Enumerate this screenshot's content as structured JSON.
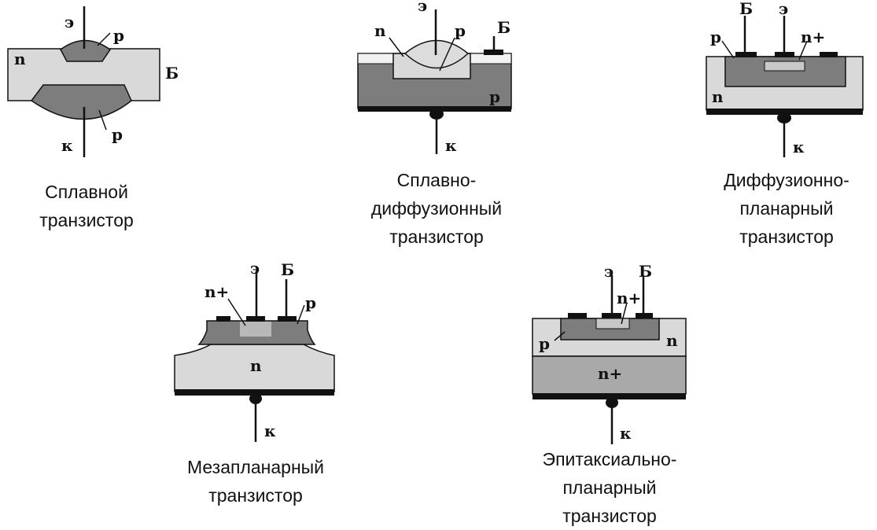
{
  "colors": {
    "light": "#d9d9d9",
    "dark": "#7d7d7d",
    "nplus": "#a9a9a9",
    "metal": "#111111"
  },
  "diagrams": [
    {
      "labels": {
        "emitter": "э",
        "p_top": "p",
        "n": "n",
        "base": "Б",
        "p_bottom": "p",
        "collector": "к"
      },
      "caption": [
        "Сплавной",
        "транзистор"
      ]
    },
    {
      "labels": {
        "emitter": "э",
        "n": "n",
        "p_top": "p",
        "base": "Б",
        "p": "p",
        "collector": "к"
      },
      "caption": [
        "Сплавно-",
        "диффузионный",
        "транзистор"
      ]
    },
    {
      "labels": {
        "base": "Б",
        "emitter": "э",
        "p": "p",
        "nplus": "n+",
        "n": "n",
        "collector": "к"
      },
      "caption": [
        "Диффузионно-",
        "планарный",
        "транзистор"
      ]
    },
    {
      "labels": {
        "emitter": "э",
        "base": "Б",
        "nplus": "n+",
        "p": "p",
        "n": "n",
        "collector": "к"
      },
      "caption": [
        "Мезапланарный",
        "транзистор"
      ]
    },
    {
      "labels": {
        "emitter": "э",
        "base": "Б",
        "nplus_top": "n+",
        "p": "p",
        "n": "n",
        "nplus": "n+",
        "collector": "к"
      },
      "caption": [
        "Эпитаксиально-",
        "планарный",
        "транзистор"
      ]
    }
  ]
}
